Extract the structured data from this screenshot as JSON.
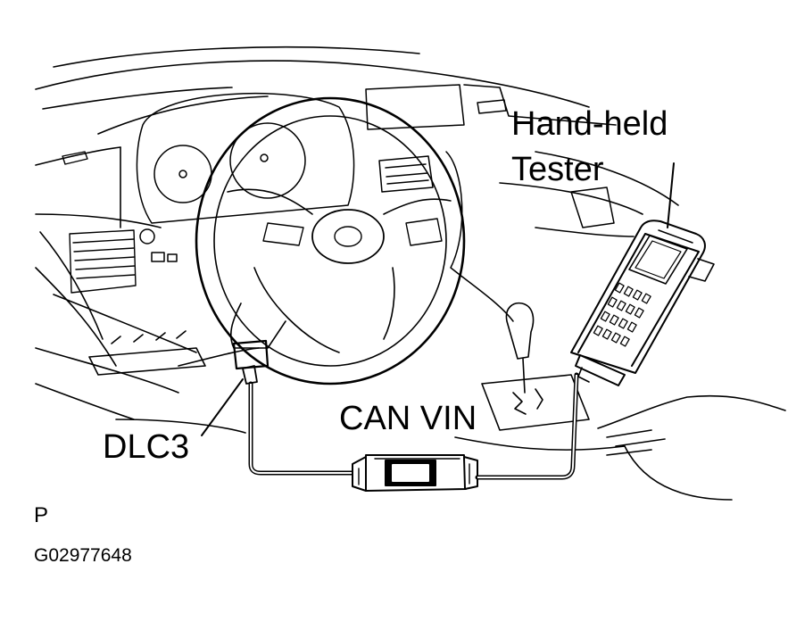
{
  "labels": {
    "tester_line1": "Hand-held",
    "tester_line2": "Tester",
    "can_vin": "CAN VIN",
    "dlc3": "DLC3",
    "view_code": "P",
    "figure_id": "G02977648"
  }
}
